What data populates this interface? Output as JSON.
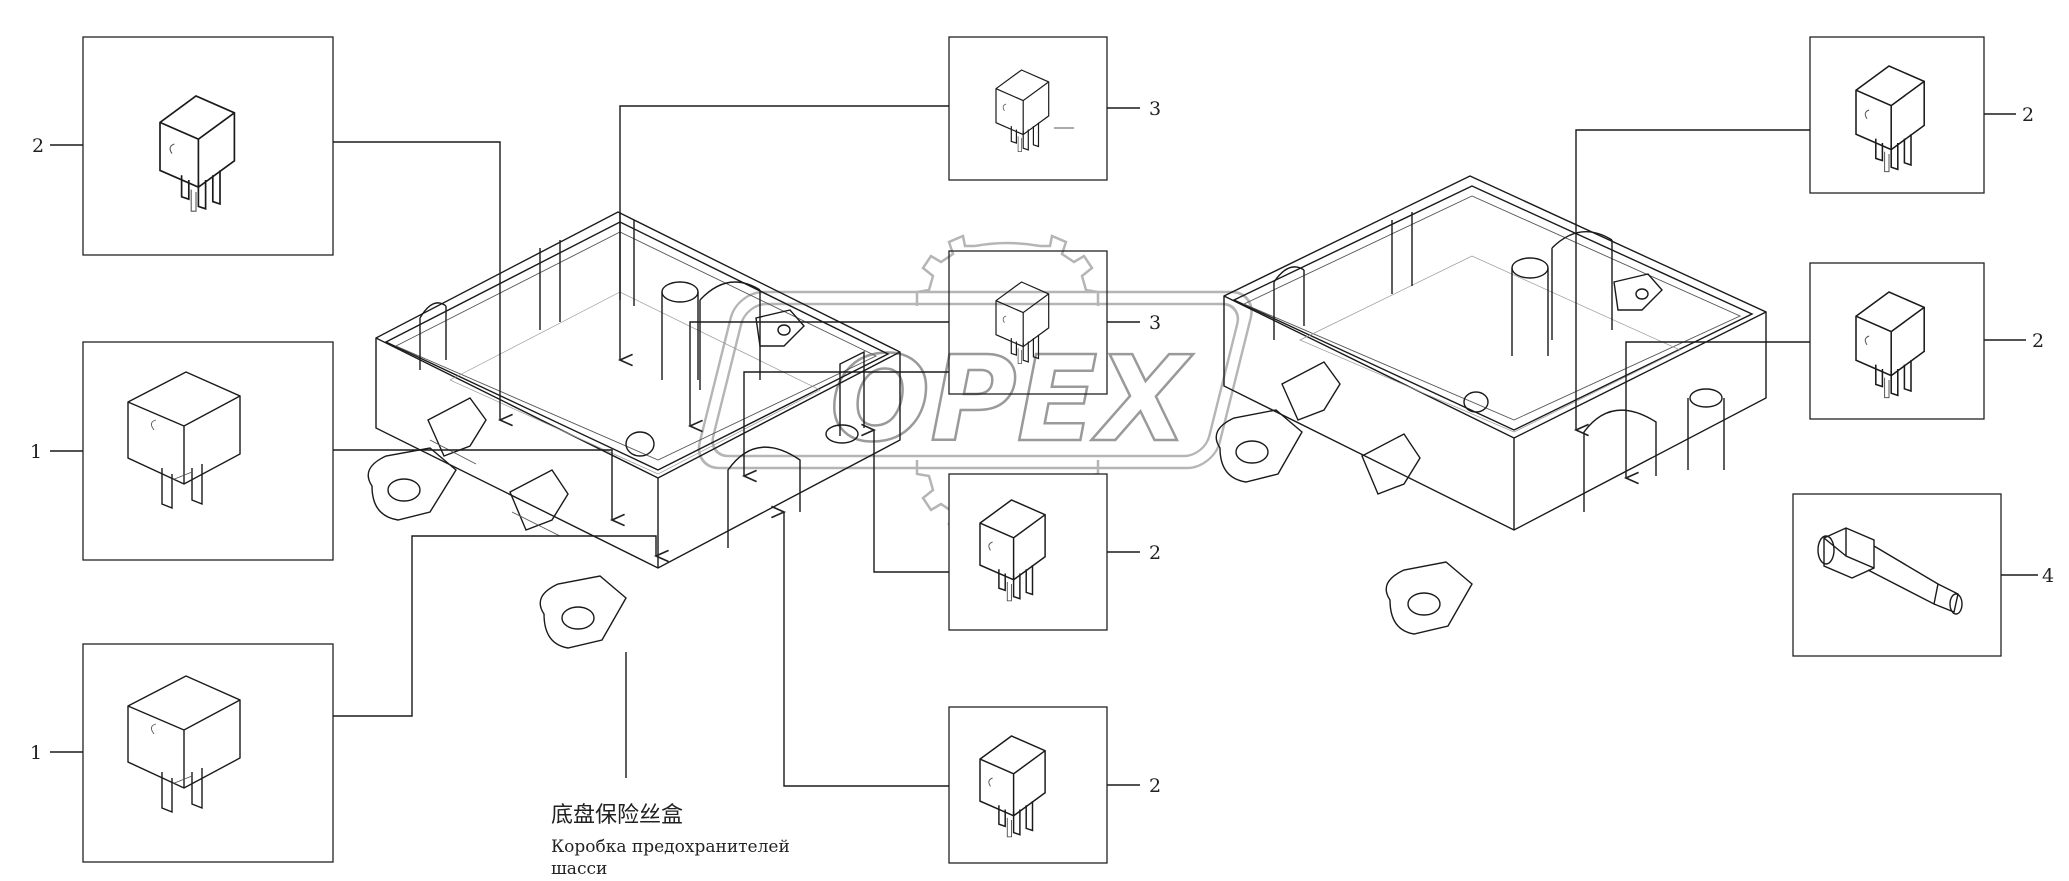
{
  "watermark": {
    "text": "OPEX"
  },
  "caption": {
    "chinese": "底盘保险丝盒",
    "russian_line1": "Коробка предохранителей",
    "russian_line2": "шасси"
  },
  "callouts": [
    {
      "id": "c1",
      "label": "2"
    },
    {
      "id": "c2",
      "label": "1"
    },
    {
      "id": "c3",
      "label": "1"
    },
    {
      "id": "c4",
      "label": "3"
    },
    {
      "id": "c5",
      "label": "3"
    },
    {
      "id": "c6",
      "label": "2"
    },
    {
      "id": "c7",
      "label": "2"
    },
    {
      "id": "c8",
      "label": "2"
    },
    {
      "id": "c9",
      "label": "2"
    },
    {
      "id": "c10",
      "label": "4"
    }
  ]
}
